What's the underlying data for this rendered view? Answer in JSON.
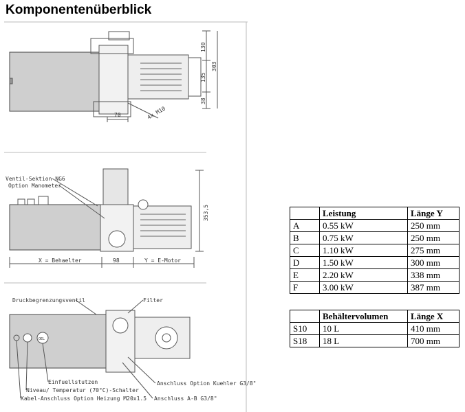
{
  "page": {
    "title": "Komponentenüberblick"
  },
  "drawing_top": {
    "dimensions": [
      "130",
      "303",
      "135",
      "38",
      "70",
      "4x M10"
    ]
  },
  "drawing_side": {
    "callouts": [
      "Ventil-Sektion NG6",
      "Option Manometer"
    ],
    "dimensions": [
      "353,5",
      "X = Behaelter",
      "98",
      "Y = E-Motor"
    ]
  },
  "drawing_front": {
    "callouts": [
      "Druckbegrenzungsventil",
      "Filter",
      "Einfuellstutzen",
      "Niveau/ Temperatur (70°C)-Schalter",
      "Kabel-Anschluss Option Heizung M20x1.5",
      "Anschluss Option Kuehler G3/8\"",
      "Anschluss A-B  G3/8\""
    ],
    "oil_badge": "OEL"
  },
  "table_power": {
    "headers": [
      "",
      "Leistung",
      "Länge Y"
    ],
    "rows": [
      [
        "A",
        "0.55 kW",
        "250 mm"
      ],
      [
        "B",
        "0.75 kW",
        "250 mm"
      ],
      [
        "C",
        "1.10 kW",
        "275 mm"
      ],
      [
        "D",
        "1.50 kW",
        "300 mm"
      ],
      [
        "E",
        "2.20 kW",
        "338 mm"
      ],
      [
        "F",
        "3.00 kW",
        "387 mm"
      ]
    ]
  },
  "table_tank": {
    "headers": [
      "",
      "Behältervolumen",
      "Länge X"
    ],
    "rows": [
      [
        "S10",
        "10 L",
        "410 mm"
      ],
      [
        "S18",
        "18 L",
        "700 mm"
      ]
    ]
  }
}
